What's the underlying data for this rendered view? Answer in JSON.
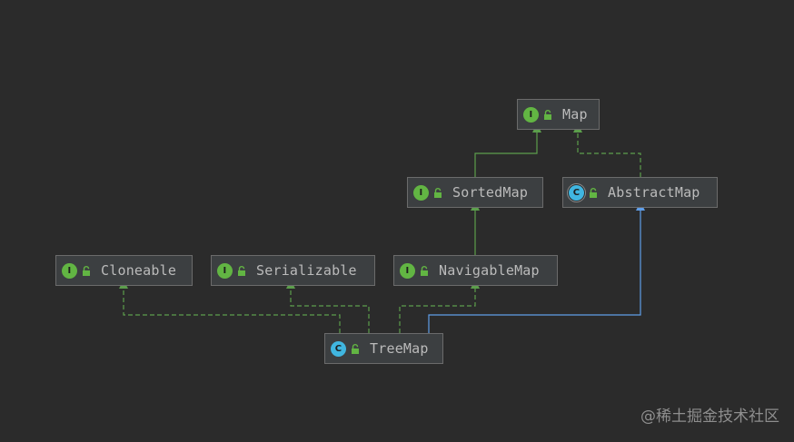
{
  "nodes": {
    "map": {
      "label": "Map",
      "kind_letter": "I",
      "kind": "interface"
    },
    "sorted_map": {
      "label": "SortedMap",
      "kind_letter": "I",
      "kind": "interface"
    },
    "abstract_map": {
      "label": "AbstractMap",
      "kind_letter": "C",
      "kind": "abstract-class"
    },
    "cloneable": {
      "label": "Cloneable",
      "kind_letter": "I",
      "kind": "interface"
    },
    "serializable": {
      "label": "Serializable",
      "kind_letter": "I",
      "kind": "interface"
    },
    "navigable_map": {
      "label": "NavigableMap",
      "kind_letter": "I",
      "kind": "interface"
    },
    "tree_map": {
      "label": "TreeMap",
      "kind_letter": "C",
      "kind": "class"
    }
  },
  "relationships": [
    {
      "from": "SortedMap",
      "to": "Map",
      "type": "extends"
    },
    {
      "from": "AbstractMap",
      "to": "Map",
      "type": "implements"
    },
    {
      "from": "NavigableMap",
      "to": "SortedMap",
      "type": "extends"
    },
    {
      "from": "TreeMap",
      "to": "Cloneable",
      "type": "implements"
    },
    {
      "from": "TreeMap",
      "to": "Serializable",
      "type": "implements"
    },
    {
      "from": "TreeMap",
      "to": "NavigableMap",
      "type": "implements"
    },
    {
      "from": "TreeMap",
      "to": "AbstractMap",
      "type": "extends"
    }
  ],
  "colors": {
    "background": "#2b2b2b",
    "node_fill": "#3c3f41",
    "interface_badge": "#62b543",
    "class_badge": "#40b6e0",
    "extends_interface_edge": "#5c9e4c",
    "implements_edge": "#5c9e4c",
    "extends_class_edge": "#5f9ee8"
  },
  "watermark": "@稀土掘金技术社区"
}
